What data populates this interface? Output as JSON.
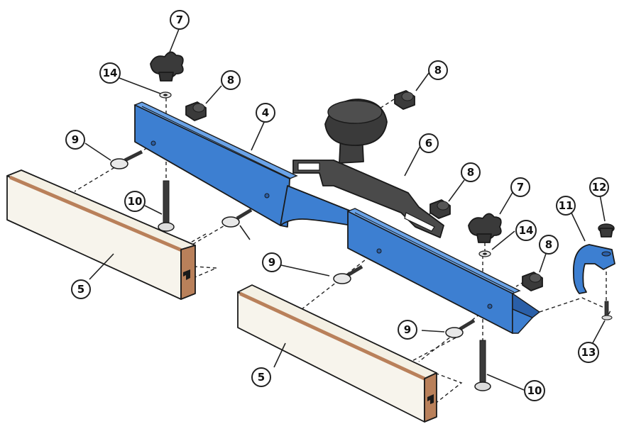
{
  "colors": {
    "fence_blue": "#3d7fd1",
    "fence_blue_dark": "#2a5fa8",
    "fence_blue_light": "#6aa3e8",
    "wood_face": "#f7f4ec",
    "wood_edge": "#b9805a",
    "knob": "#3a3a3a",
    "bracket": "#4a4a4a",
    "clamp_blue": "#3d7fd1"
  },
  "parts": {
    "fence_body": "4",
    "wood_facing": "5",
    "mounting_bracket": "6",
    "star_knob": "7",
    "nut": "8",
    "t_bolt": "9",
    "long_bolt": "10",
    "clamp": "11",
    "clamp_knob": "12",
    "clamp_screw": "13",
    "washer": "14"
  },
  "callouts": [
    {
      "id": "c7a",
      "label": "7"
    },
    {
      "id": "c14a",
      "label": "14"
    },
    {
      "id": "c8a",
      "label": "8"
    },
    {
      "id": "c4",
      "label": "4"
    },
    {
      "id": "c9a",
      "label": "9"
    },
    {
      "id": "c10a",
      "label": "10"
    },
    {
      "id": "c5a",
      "label": "5"
    },
    {
      "id": "c8b",
      "label": "8"
    },
    {
      "id": "c6",
      "label": "6"
    },
    {
      "id": "c8c",
      "label": "8"
    },
    {
      "id": "c7b",
      "label": "7"
    },
    {
      "id": "c14b",
      "label": "14"
    },
    {
      "id": "c8d",
      "label": "8"
    },
    {
      "id": "c11",
      "label": "11"
    },
    {
      "id": "c12",
      "label": "12"
    },
    {
      "id": "c9b",
      "label": "9"
    },
    {
      "id": "c9c",
      "label": "9"
    },
    {
      "id": "c5b",
      "label": "5"
    },
    {
      "id": "c10b",
      "label": "10"
    },
    {
      "id": "c13",
      "label": "13"
    }
  ]
}
